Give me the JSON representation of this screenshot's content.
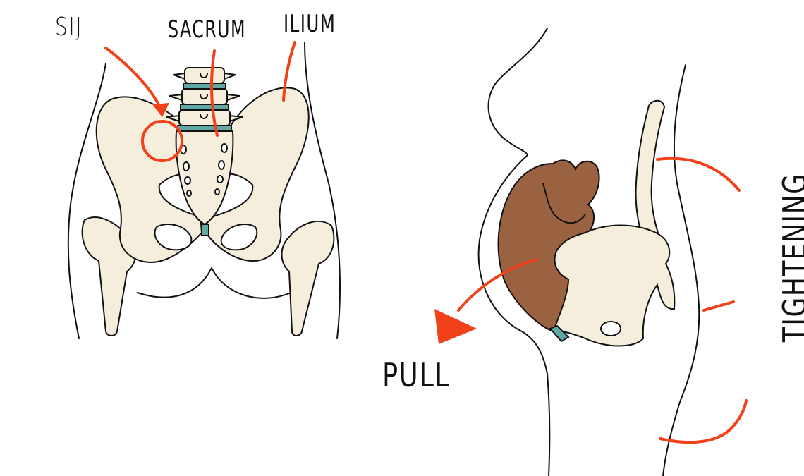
{
  "labels": {
    "sij": "SIJ",
    "sacrum": "SACRUM",
    "ilium": "ILIUM",
    "pull": "PULL",
    "tightening": "TIGHTENING"
  },
  "colors": {
    "bone": "#f6eedd",
    "outline": "#111111",
    "annotation": "#f2401a",
    "disc": "#5fa8a4",
    "organ": "#9b6241",
    "organ_dark": "#8a5535"
  },
  "icons": {
    "sij_marker": "circle-icon",
    "pull_direction": "arrow-icon"
  }
}
